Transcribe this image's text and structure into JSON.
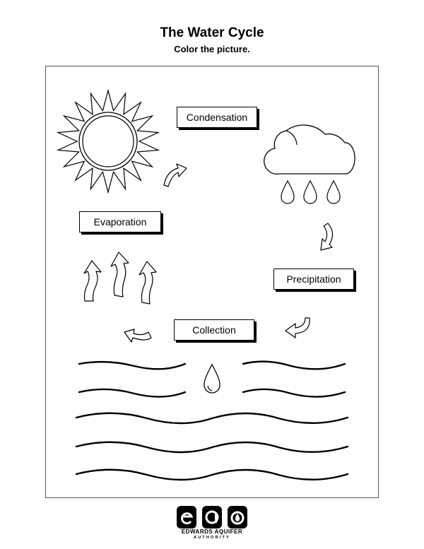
{
  "header": {
    "title": "The Water Cycle",
    "subtitle": "Color the picture."
  },
  "labels": {
    "condensation": "Condensation",
    "evaporation": "Evaporation",
    "precipitation": "Precipitation",
    "collection": "Collection"
  },
  "footer": {
    "logo_name": "EDWARDS AQUIFER",
    "logo_subname": "AUTHORITY"
  },
  "icons": [
    "sun-icon",
    "cloud-icon",
    "raindrop-icon",
    "curved-arrow-icon",
    "wavy-up-arrow-icon",
    "water-drop-icon",
    "wave-line"
  ],
  "colors": {
    "line": "#000000",
    "background": "#ffffff"
  }
}
